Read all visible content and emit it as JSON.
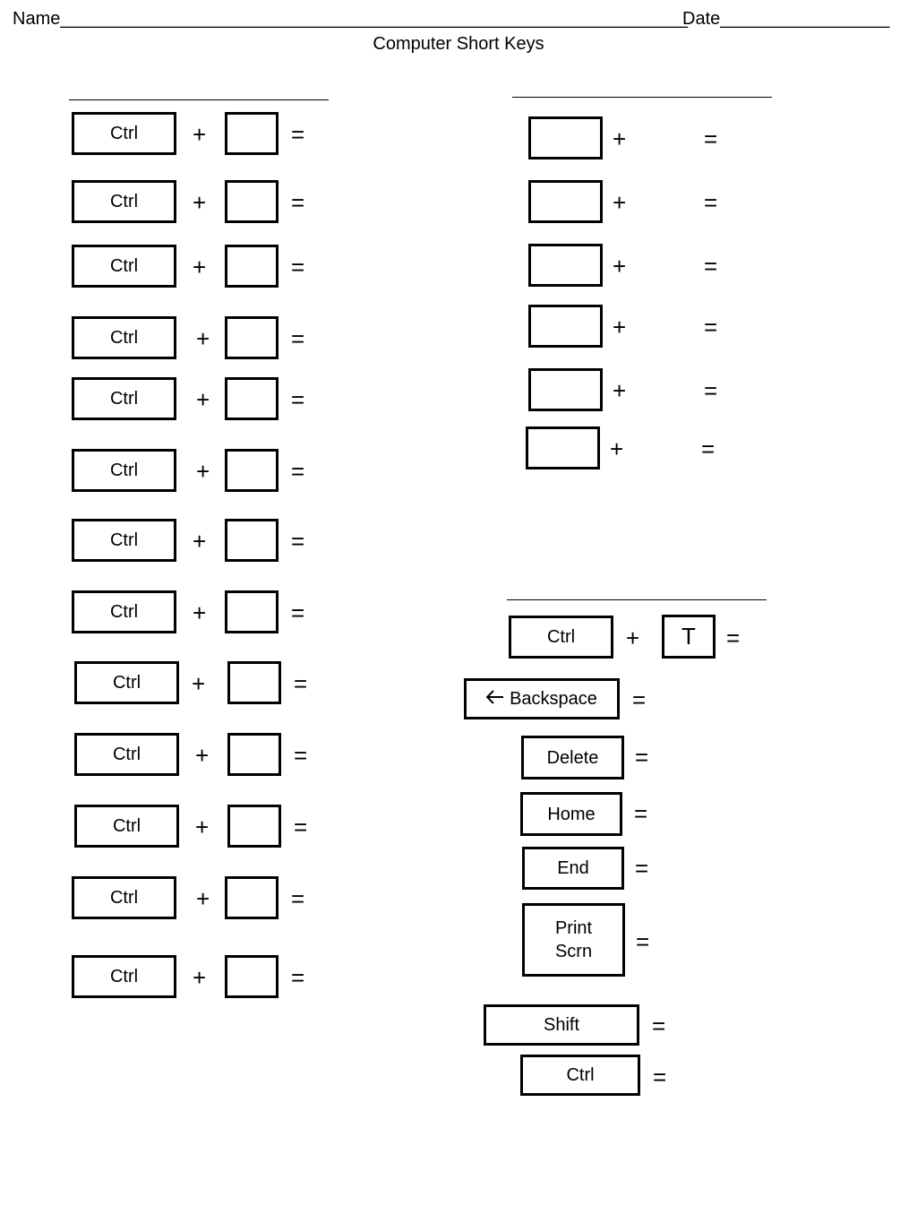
{
  "header": {
    "name_label": "Name",
    "name_blank": "_______________________________________________________________",
    "date_label": "Date",
    "date_blank": "_________________",
    "title": "Computer Short Keys"
  },
  "symbols": {
    "plus": "+",
    "equals": "="
  },
  "left_section": {
    "modifier_label": "Ctrl",
    "rows": [
      {
        "modifier": "Ctrl",
        "key": ""
      },
      {
        "modifier": "Ctrl",
        "key": ""
      },
      {
        "modifier": "Ctrl",
        "key": ""
      },
      {
        "modifier": "Ctrl",
        "key": ""
      },
      {
        "modifier": "Ctrl",
        "key": ""
      },
      {
        "modifier": "Ctrl",
        "key": ""
      },
      {
        "modifier": "Ctrl",
        "key": ""
      },
      {
        "modifier": "Ctrl",
        "key": ""
      },
      {
        "modifier": "Ctrl",
        "key": ""
      },
      {
        "modifier": "Ctrl",
        "key": ""
      },
      {
        "modifier": "Ctrl",
        "key": ""
      },
      {
        "modifier": "Ctrl",
        "key": ""
      },
      {
        "modifier": "Ctrl",
        "key": ""
      }
    ]
  },
  "right_top_section": {
    "rows": [
      {
        "key": ""
      },
      {
        "key": ""
      },
      {
        "key": ""
      },
      {
        "key": ""
      },
      {
        "key": ""
      },
      {
        "key": ""
      }
    ]
  },
  "right_bottom_section": {
    "combo": {
      "modifier": "Ctrl",
      "key": "T"
    },
    "single_keys": [
      {
        "label": "Backspace",
        "icon": "left-arrow-icon"
      },
      {
        "label": "Delete"
      },
      {
        "label": "Home"
      },
      {
        "label": "End"
      },
      {
        "label": "Print\nScrn"
      },
      {
        "label": "Shift"
      },
      {
        "label": "Ctrl"
      }
    ]
  }
}
